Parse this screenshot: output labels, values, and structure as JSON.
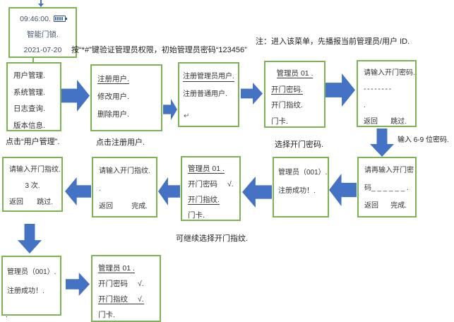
{
  "notes": {
    "auth": "按“*#”键验证管理员权限，初始管理员密码“123456”",
    "menu": "注：进入该菜单，先播报当前管理员/用户 ID.",
    "password_len": "输入 6-9 位密码.",
    "corner_mark": "."
  },
  "colors": {
    "box_border": "#7EB255",
    "arrow_blue": "#4472C4",
    "text": "#333333"
  },
  "screens": {
    "clock": {
      "time": "09:46:00.",
      "battery_icon": "battery-icon",
      "name": "智能门锁.",
      "date": "2021-07-20"
    },
    "main_menu": {
      "item1": "用户管理.",
      "item2": "系统管理.",
      "item3": "日志查询.",
      "item4": "版本信息.",
      "caption": "点击“用户管理”."
    },
    "user_menu": {
      "item1": "注册用户.",
      "item2": "修改用户.",
      "item3": "删除用户.",
      "caption": "点击注册用户."
    },
    "register_type_menu": {
      "item1": "注册管理员用户.",
      "item2": "注册普通用户.",
      "return_mark": "↵"
    },
    "credential_menu_1": {
      "title": "管理员 01 .",
      "item1": "开门密码.",
      "item2": "开门指纹.",
      "item3": "门卡.",
      "caption": "选择开门密码."
    },
    "enter_password": {
      "line1": "请输入开门密码.",
      "line2": "- - - - - - - -",
      "line3": ".",
      "back": "返回",
      "skip": "跳过."
    },
    "reenter_password": {
      "line1": "请再输入开门密",
      "line2": "码_ _ _ _ _ _ .",
      "back": "返回",
      "done": "完成."
    },
    "register_success_1": {
      "line1": "管理员（001）.",
      "line2": "注册成功！."
    },
    "credential_menu_2": {
      "title": "管理员 01 .",
      "item1": "开门密码",
      "check1": "√.",
      "item2": "开门指纹.",
      "item3": "门卡.",
      "caption": "可继续选择开门指纹."
    },
    "fingerprint_prompt": {
      "line1": "请输入开门指纹.",
      "line2": ".",
      "back": "返回",
      "done": "完成."
    },
    "fingerprint_times": {
      "line1": "请输入开门指纹.",
      "line2": "3 次.",
      "back": "返回",
      "skip": "跳过."
    },
    "register_success_2": {
      "line1": "管理员（001）.",
      "line2": "注册成功！."
    },
    "credential_menu_3": {
      "title": "管理员 01 .",
      "item1": "开门密码",
      "check1": "√.",
      "item2": "开门指纹",
      "check2": "√.",
      "item3": "门卡."
    }
  }
}
